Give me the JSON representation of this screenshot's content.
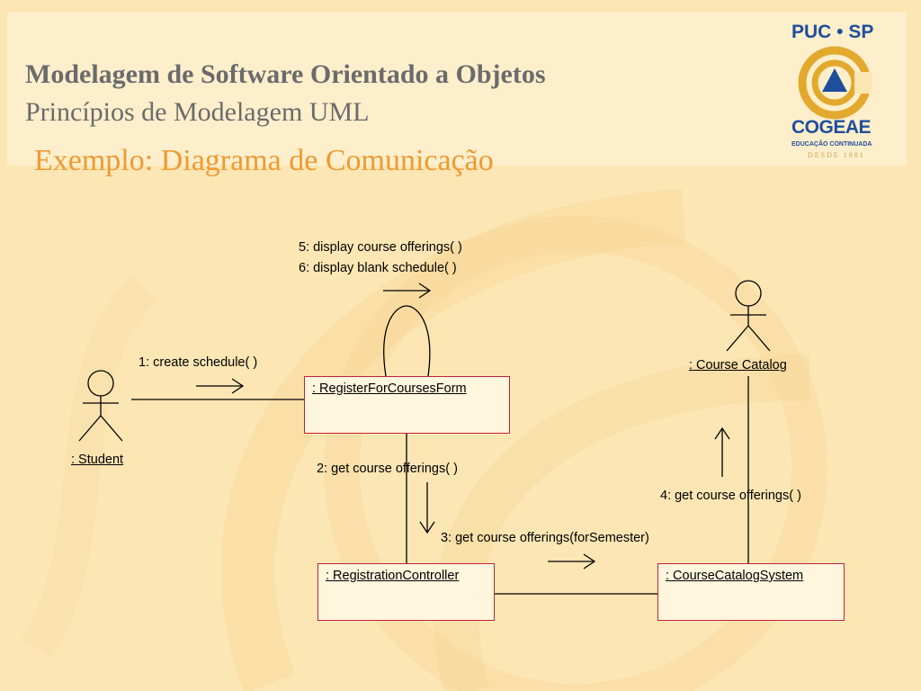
{
  "slide": {
    "title_main": "Modelagem de Software Orientado a Objetos",
    "title_sub": "Princípios de Modelagem UML",
    "title_section": "Exemplo: Diagrama de Comunicação"
  },
  "logo": {
    "top_text": "PUC • SP",
    "name": "COGEAE",
    "tagline": "EDUCAÇÃO CONTINUADA",
    "since": "DESDE 1981",
    "primary_color": "#1f4e9c",
    "accent_color": "#e2a92e"
  },
  "diagram": {
    "actors": {
      "student": ": Student",
      "course_catalog": ": Course Catalog"
    },
    "objects": {
      "register_form": ": RegisterForCoursesForm",
      "registration_controller": ": RegistrationController",
      "course_catalog_system": ": CourseCatalogSystem"
    },
    "messages": {
      "m1": "1: create schedule( )",
      "m2": "2: get course offerings( )",
      "m3": "3: get course offerings(forSemester)",
      "m4": "4: get course offerings( )",
      "m5": "5: display course offerings( )",
      "m6": "6: display blank schedule( )"
    },
    "colors": {
      "object_border": "#c0233b",
      "line": "#000000"
    }
  }
}
